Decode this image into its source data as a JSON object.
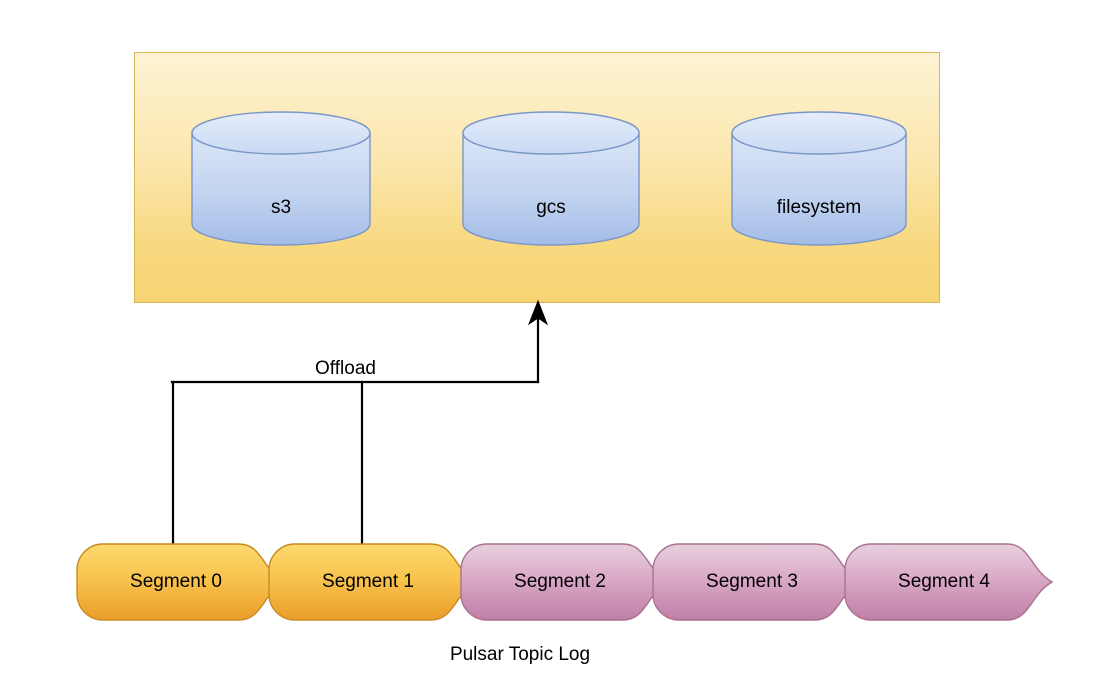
{
  "diagram": {
    "title_text_visible": false,
    "storage_tier": {
      "name": "tiered-storage-container",
      "fill_top": "#fdf3d4",
      "fill_bottom": "#f7d373",
      "stroke": "#d6b656",
      "backends": [
        {
          "id": "s3",
          "label": "s3"
        },
        {
          "id": "gcs",
          "label": "gcs"
        },
        {
          "id": "filesystem",
          "label": "filesystem"
        }
      ]
    },
    "cylinder_style": {
      "fill_top": "#d8e3f6",
      "fill_bottom": "#a3bce6",
      "stroke": "#7a97c7"
    },
    "connector": {
      "label": "Offload",
      "stroke": "#000000",
      "arrow_target": "tiered-storage-container",
      "sources": [
        "Segment 0",
        "Segment 1"
      ]
    },
    "topic_log": {
      "caption": "Pulsar Topic Log",
      "offloaded_color_top": "#fbd164",
      "offloaded_color_bottom": "#eb9f2c",
      "offloaded_stroke": "#c98a1f",
      "active_color_top": "#e6c8da",
      "active_color_bottom": "#c27fa9",
      "active_stroke": "#a9718f",
      "segments": [
        {
          "label": "Segment 0",
          "state": "offloaded",
          "color": "orange"
        },
        {
          "label": "Segment 1",
          "state": "offloaded",
          "color": "orange"
        },
        {
          "label": "Segment 2",
          "state": "active",
          "color": "purple"
        },
        {
          "label": "Segment 3",
          "state": "active",
          "color": "purple"
        },
        {
          "label": "Segment 4",
          "state": "active",
          "color": "purple"
        }
      ]
    }
  }
}
